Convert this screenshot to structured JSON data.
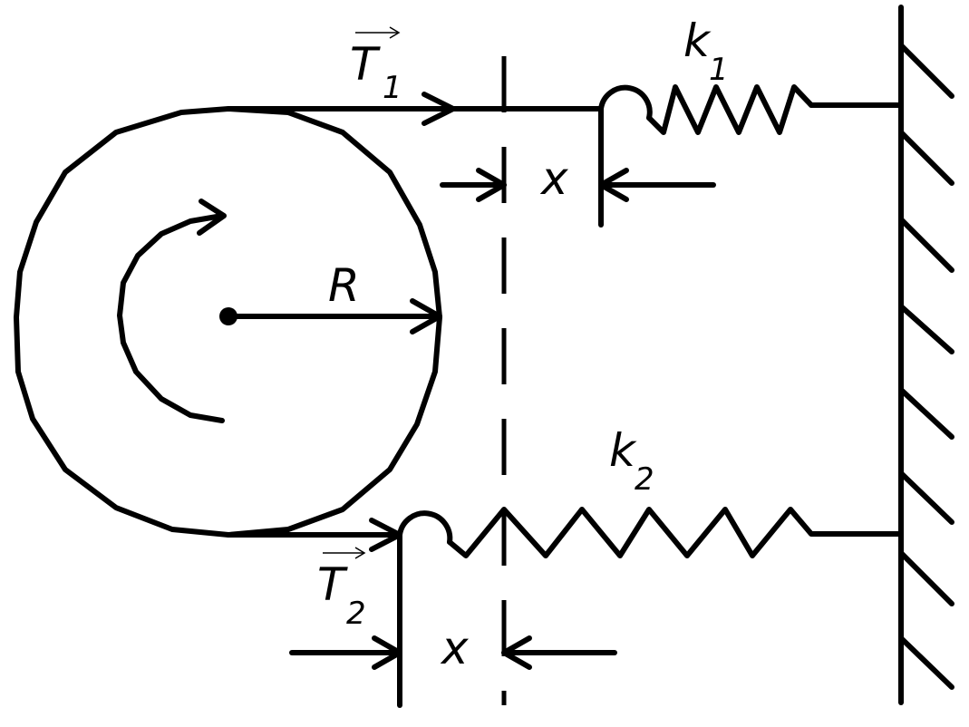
{
  "labels": {
    "tension_top": "T",
    "tension_top_sub": "1",
    "tension_bottom": "T",
    "tension_bottom_sub": "2",
    "spring_top": "k",
    "spring_top_sub": "1",
    "spring_bottom": "k",
    "spring_bottom_sub": "2",
    "radius": "R",
    "displacement_top": "x",
    "displacement_bottom": "x"
  },
  "colors": {
    "ink": "#000000",
    "background": "#ffffff"
  }
}
